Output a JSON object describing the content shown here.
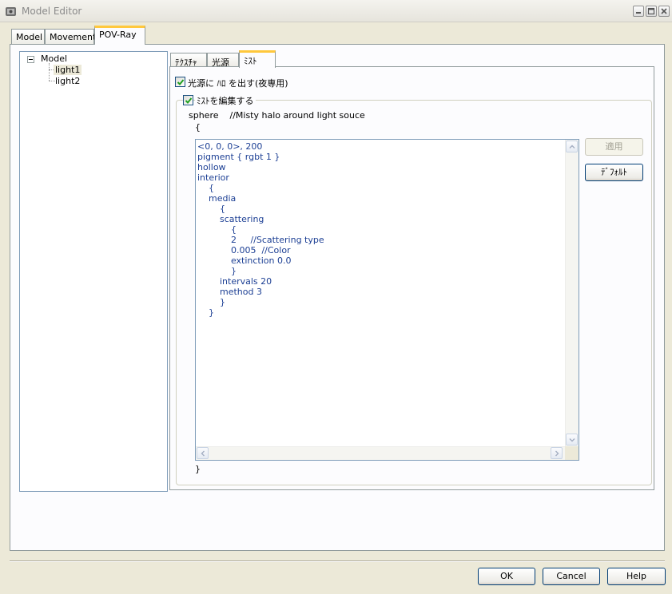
{
  "window": {
    "title": "Model Editor"
  },
  "tabs": [
    {
      "label": "Model"
    },
    {
      "label": "Movement"
    },
    {
      "label": "POV-Ray"
    }
  ],
  "tree": {
    "root": "Model",
    "children": [
      "light1",
      "light2"
    ]
  },
  "subtabs": [
    {
      "label": "ﾃｸｽﾁｬ"
    },
    {
      "label": "光源"
    },
    {
      "label": "ﾐｽﾄ"
    }
  ],
  "options": {
    "halo_label": "光源に ﾊﾛ を出す(夜専用)",
    "halo_checked": true,
    "edit_mist_label": "ﾐｽﾄを編集する",
    "edit_mist_checked": true
  },
  "editor": {
    "header_line": "sphere    //Misty halo around light souce",
    "open_brace": "{",
    "close_brace": "}",
    "code": "<0, 0, 0>, 200\npigment { rgbt 1 }\nhollow\ninterior\n    {\n    media\n        {\n        scattering\n            {\n            2     //Scattering type\n            0.005  //Color\n            extinction 0.0\n            }\n        intervals 20\n        method 3\n        }\n    }"
  },
  "side_buttons": {
    "apply": "適用",
    "default": "ﾃﾞﾌｫﾙﾄ"
  },
  "footer": {
    "ok": "OK",
    "cancel": "Cancel",
    "help": "Help"
  }
}
